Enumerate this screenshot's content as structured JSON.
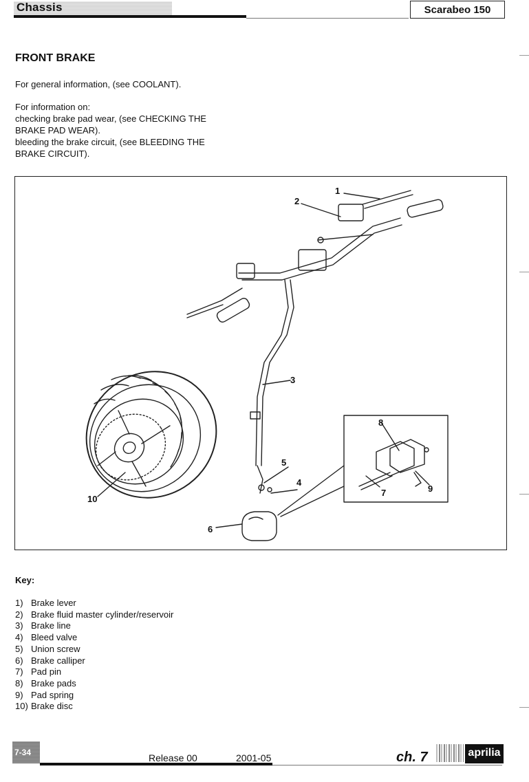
{
  "header": {
    "section": "Chassis",
    "model": "Scarabeo 150"
  },
  "title": "FRONT BRAKE",
  "intro": "For general information, (see COOLANT).",
  "info": {
    "heading": "For information on:",
    "lines": [
      "checking brake pad wear, (see CHECKING THE",
      "BRAKE PAD WEAR).",
      "bleeding the brake circuit, (see BLEEDING THE",
      "BRAKE CIRCUIT)."
    ]
  },
  "figure": {
    "callouts": [
      "1",
      "2",
      "3",
      "4",
      "5",
      "6",
      "7",
      "8",
      "9",
      "10"
    ]
  },
  "key": {
    "title": "Key:",
    "items": [
      {
        "num": "1)",
        "label": "Brake lever"
      },
      {
        "num": "2)",
        "label": "Brake fluid master cylinder/reservoir"
      },
      {
        "num": "3)",
        "label": "Brake line"
      },
      {
        "num": "4)",
        "label": "Bleed valve"
      },
      {
        "num": "5)",
        "label": "Union screw"
      },
      {
        "num": "6)",
        "label": "Brake calliper"
      },
      {
        "num": "7)",
        "label": "Pad pin"
      },
      {
        "num": "8)",
        "label": "Brake pads"
      },
      {
        "num": "9)",
        "label": "Pad spring"
      },
      {
        "num": "10)",
        "label": "Brake disc"
      }
    ]
  },
  "footer": {
    "page": "7-34",
    "release": "Release 00",
    "date": "2001-05",
    "chapter": "ch. 7",
    "brand": "aprilia"
  }
}
